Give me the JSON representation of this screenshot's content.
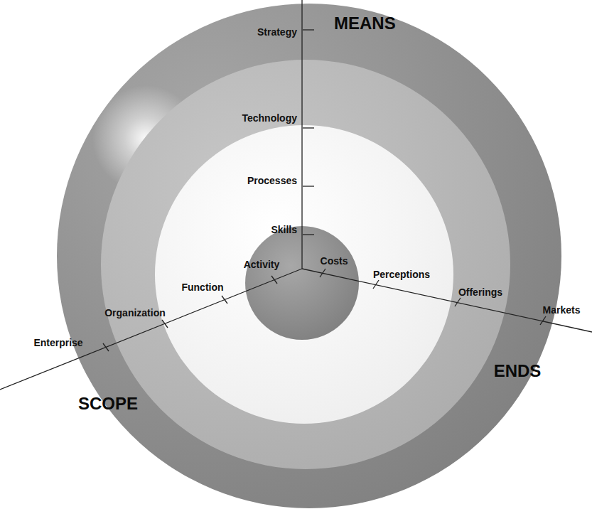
{
  "diagram": {
    "labels": [
      "MEANS",
      "Strategy",
      "Technology",
      "Processes",
      "Skills",
      "Activity",
      "Function",
      "Organization",
      "Enterprise",
      "SCOPE",
      "Costs",
      "Perceptions",
      "Offerings",
      "Markets",
      "ENDS"
    ]
  }
}
